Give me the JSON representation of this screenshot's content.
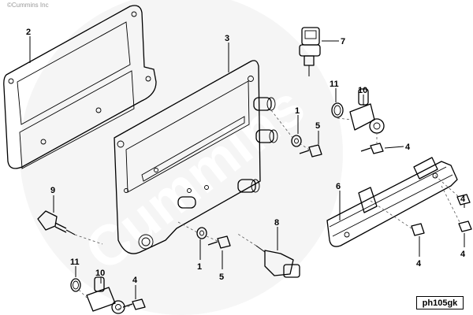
{
  "copyright": "©Cummins Inc",
  "watermark": "Cummins",
  "drawing_id": "ph105gk",
  "callouts": [
    {
      "id": "c2",
      "label": "2"
    },
    {
      "id": "c3",
      "label": "3"
    },
    {
      "id": "c7",
      "label": "7"
    },
    {
      "id": "c11a",
      "label": "11"
    },
    {
      "id": "c10a",
      "label": "10"
    },
    {
      "id": "c1a",
      "label": "1"
    },
    {
      "id": "c5a",
      "label": "5"
    },
    {
      "id": "c4a",
      "label": "4"
    },
    {
      "id": "c6",
      "label": "6"
    },
    {
      "id": "c4b",
      "label": "4"
    },
    {
      "id": "c4c",
      "label": "4"
    },
    {
      "id": "c4d",
      "label": "4"
    },
    {
      "id": "c9",
      "label": "9"
    },
    {
      "id": "c8",
      "label": "8"
    },
    {
      "id": "c1b",
      "label": "1"
    },
    {
      "id": "c5b",
      "label": "5"
    },
    {
      "id": "c11b",
      "label": "11"
    },
    {
      "id": "c10b",
      "label": "10"
    },
    {
      "id": "c4e",
      "label": "4"
    }
  ]
}
